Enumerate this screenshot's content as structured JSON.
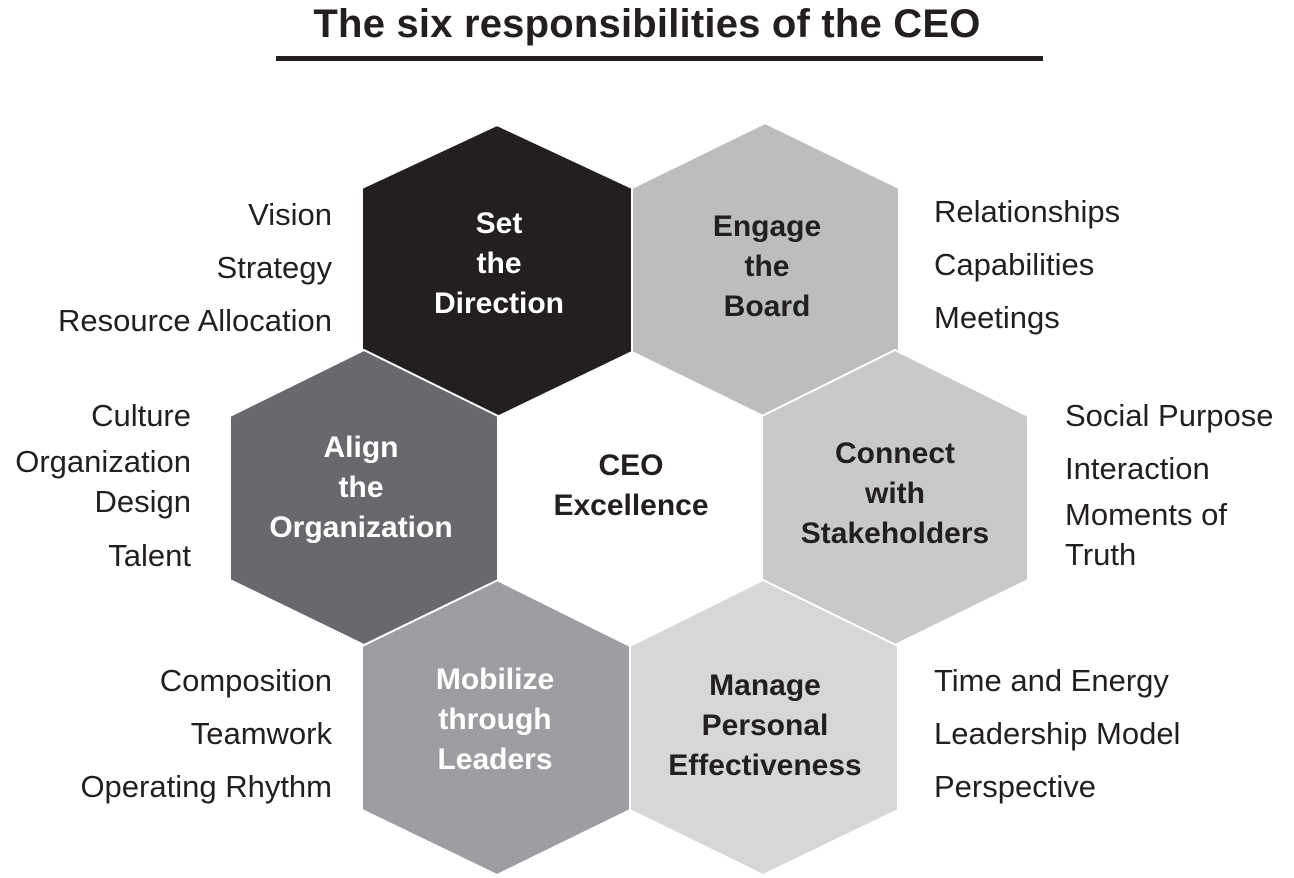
{
  "title": "The six responsibilities of the CEO",
  "center": {
    "label": "CEO\nExcellence"
  },
  "hexes": {
    "set_direction": {
      "label": "Set\nthe\nDirection",
      "color": "#231f20",
      "text_color": "#ffffff"
    },
    "engage_board": {
      "label": "Engage\nthe\nBoard",
      "color": "#bcbdbf",
      "text_color": "#231f20"
    },
    "connect_stakeholders": {
      "label": "Connect\nwith\nStakeholders",
      "color": "#c8c9cb",
      "text_color": "#231f20"
    },
    "manage_effectiveness": {
      "label": "Manage\nPersonal\nEffectiveness",
      "color": "#d6d7d8",
      "text_color": "#231f20"
    },
    "mobilize_leaders": {
      "label": "Mobilize\nthrough\nLeaders",
      "color": "#9d9ea1",
      "text_color": "#ffffff"
    },
    "align_organization": {
      "label": "Align\nthe\nOrganization",
      "color": "#68696d",
      "text_color": "#ffffff"
    }
  },
  "lists": {
    "set_direction": [
      "Vision",
      "Strategy",
      "Resource Allocation"
    ],
    "engage_board": [
      "Relationships",
      "Capabilities",
      "Meetings"
    ],
    "connect_stakeholders": [
      "Social Purpose",
      "Interaction",
      "Moments of\nTruth"
    ],
    "manage_effectiveness": [
      "Time and Energy",
      "Leadership Model",
      "Perspective"
    ],
    "mobilize_leaders": [
      "Composition",
      "Teamwork",
      "Operating Rhythm"
    ],
    "align_organization": [
      "Culture",
      "Organization\nDesign",
      "Talent"
    ]
  }
}
